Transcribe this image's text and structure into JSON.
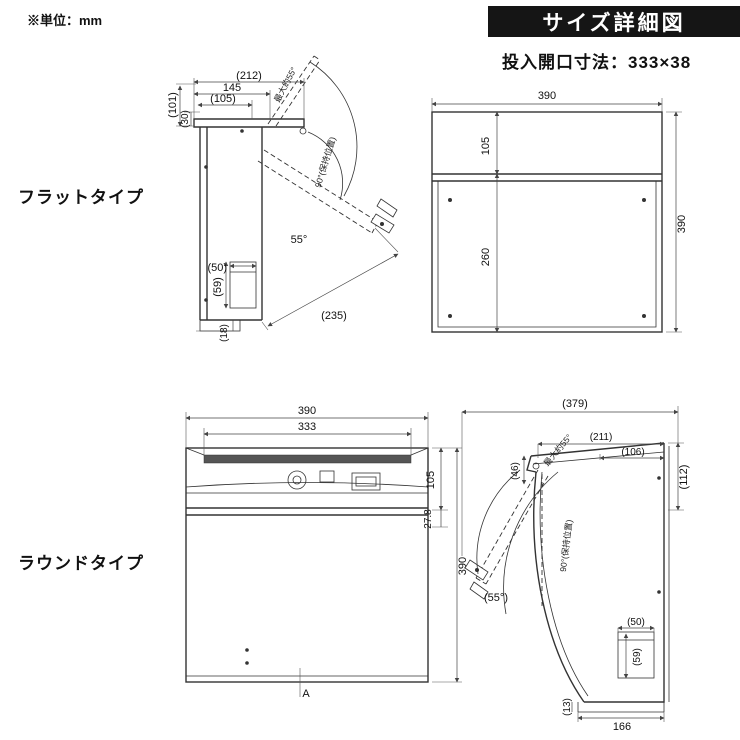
{
  "meta": {
    "unit_note": "※単位：mm",
    "title": "サイズ詳細図",
    "opening_note": "投入開口寸法：333×38"
  },
  "flat": {
    "label": "フラットタイプ",
    "side": {
      "d212": "(212)",
      "d145": "145",
      "d105": "(105)",
      "d101": "(101)",
      "d30": "(30)",
      "max_open": "最大約55°",
      "hold": "90°(保持位置)",
      "angle": "55°",
      "d50": "(50)",
      "d59": "(59)",
      "d235": "(235)",
      "d18": "(18)"
    },
    "front": {
      "w": "390",
      "h_upper": "105",
      "h_lower": "260",
      "h": "390"
    }
  },
  "round": {
    "label": "ラウンドタイプ",
    "front": {
      "w": "390",
      "opening_w": "333",
      "h_upper": "105",
      "h_lip": "27.8",
      "h": "390",
      "section": "A"
    },
    "side": {
      "d379": "(379)",
      "d211": "(211)",
      "d106": "(106)",
      "d112": "(112)",
      "d46": "(46)",
      "max_open": "最大約55°",
      "hold": "90°(保持位置)",
      "angle": "(55°)",
      "d50": "(50)",
      "d59": "(59)",
      "d13": "(13)",
      "d166": "166"
    }
  }
}
